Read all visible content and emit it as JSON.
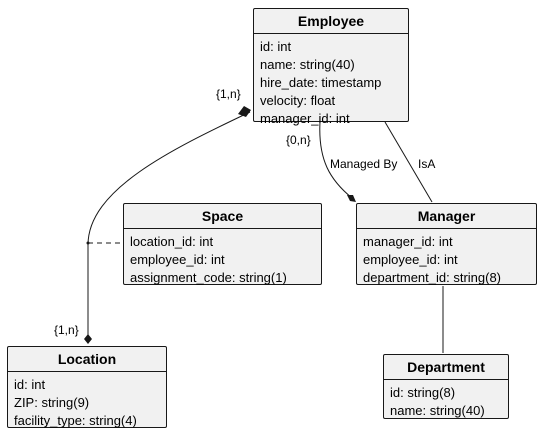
{
  "entities": {
    "employee": {
      "name": "Employee",
      "attributes": [
        "id: int",
        "name: string(40)",
        "hire_date: timestamp",
        "velocity: float",
        "manager_id: int"
      ]
    },
    "space": {
      "name": "Space",
      "attributes": [
        "location_id: int",
        "employee_id: int",
        "assignment_code: string(1)"
      ]
    },
    "manager": {
      "name": "Manager",
      "attributes": [
        "manager_id: int",
        "employee_id: int",
        "department_id: string(8)"
      ]
    },
    "location": {
      "name": "Location",
      "attributes": [
        "id: int",
        "ZIP: string(9)",
        "facility_type: string(4)"
      ]
    },
    "department": {
      "name": "Department",
      "attributes": [
        "id: string(8)",
        "name: string(40)"
      ]
    }
  },
  "relationships": {
    "employee_location": {
      "from": "Employee",
      "to": "Location",
      "association": "Space",
      "from_multiplicity": "{1,n}",
      "to_multiplicity": "{1,n}"
    },
    "managed_by": {
      "from": "Employee",
      "to": "Manager",
      "label": "Managed By",
      "multiplicity": "{0,n}"
    },
    "is_a": {
      "from": "Manager",
      "to": "Employee",
      "label": "IsA"
    },
    "manager_department": {
      "from": "Manager",
      "to": "Department"
    }
  }
}
